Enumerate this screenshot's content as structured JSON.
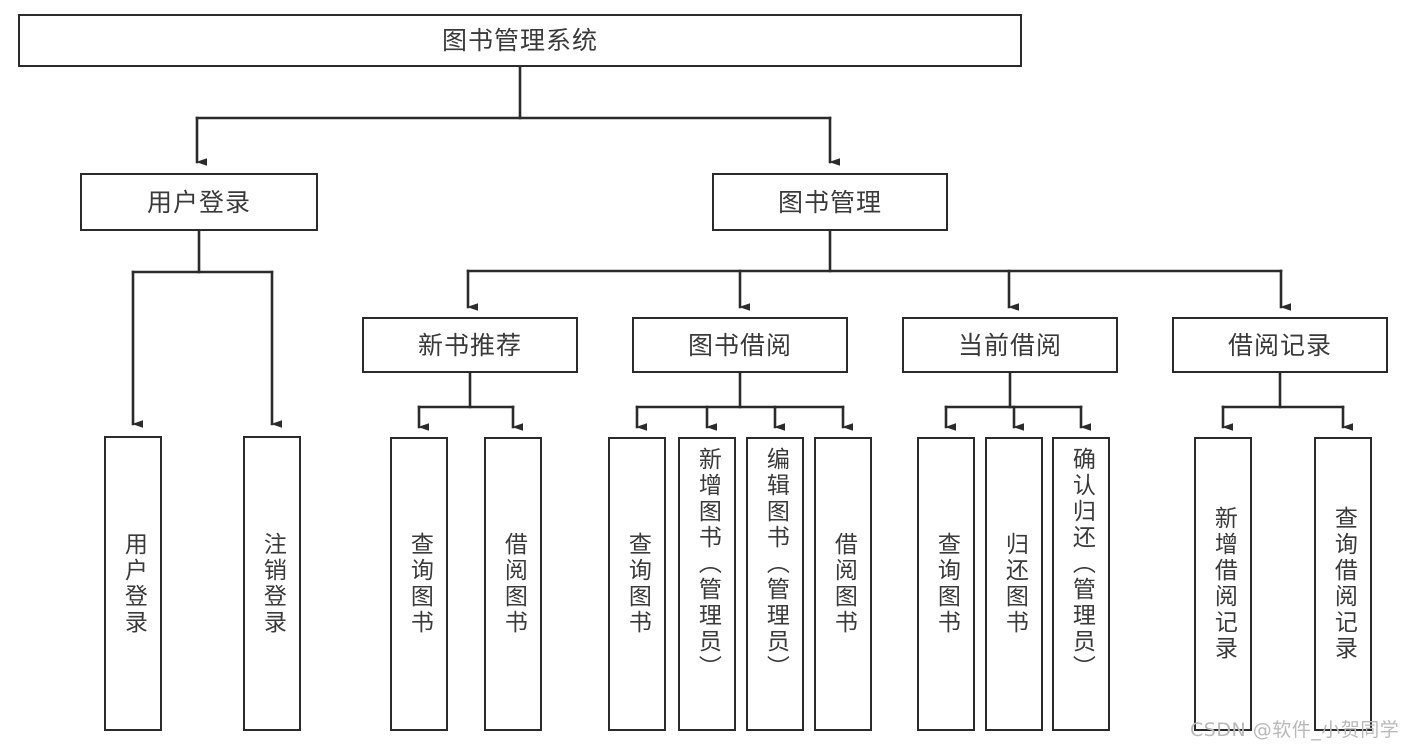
{
  "diagram": {
    "title": "图书管理系统",
    "type": "tree",
    "root": {
      "label": "图书管理系统",
      "children": [
        {
          "label": "用户登录",
          "children": [
            {
              "label": "用户登录"
            },
            {
              "label": "注销登录"
            }
          ]
        },
        {
          "label": "图书管理",
          "children": [
            {
              "label": "新书推荐",
              "children": [
                {
                  "label": "查询图书"
                },
                {
                  "label": "借阅图书"
                }
              ]
            },
            {
              "label": "图书借阅",
              "children": [
                {
                  "label": "查询图书"
                },
                {
                  "label": "新增图书（管理员）"
                },
                {
                  "label": "编辑图书（管理员）"
                },
                {
                  "label": "借阅图书"
                }
              ]
            },
            {
              "label": "当前借阅",
              "children": [
                {
                  "label": "查询图书"
                },
                {
                  "label": "归还图书"
                },
                {
                  "label": "确认归还（管理员）"
                }
              ]
            },
            {
              "label": "借阅记录",
              "children": [
                {
                  "label": "新增借阅记录"
                },
                {
                  "label": "查询借阅记录"
                }
              ]
            }
          ]
        }
      ]
    },
    "nodes": {
      "root": "图书管理系统",
      "user_login": "用户登录",
      "book_manage": "图书管理",
      "new_book_rec": "新书推荐",
      "book_borrow": "图书借阅",
      "current_borrow": "当前借阅",
      "borrow_record": "借阅记录",
      "leaf_user_login": "用户登录",
      "leaf_logout": "注销登录",
      "leaf_query_book_a": "查询图书",
      "leaf_borrow_book_a": "借阅图书",
      "leaf_query_book_b": "查询图书",
      "leaf_add_book": "新增图书（管理员）",
      "leaf_edit_book": "编辑图书（管理员）",
      "leaf_borrow_book_b": "借阅图书",
      "leaf_query_book_c": "查询图书",
      "leaf_return_book": "归还图书",
      "leaf_confirm_return": "确认归还（管理员）",
      "leaf_add_record": "新增借阅记录",
      "leaf_query_record": "查询借阅记录"
    },
    "watermark": "CSDN @软件_小贺同学",
    "colors": {
      "box_border": "#2b2b2b",
      "box_fill": "#ffffff",
      "text": "#3a3a3a",
      "connector": "#2b2b2b",
      "watermark": "#b9b9b9",
      "background": "#ffffff"
    }
  }
}
